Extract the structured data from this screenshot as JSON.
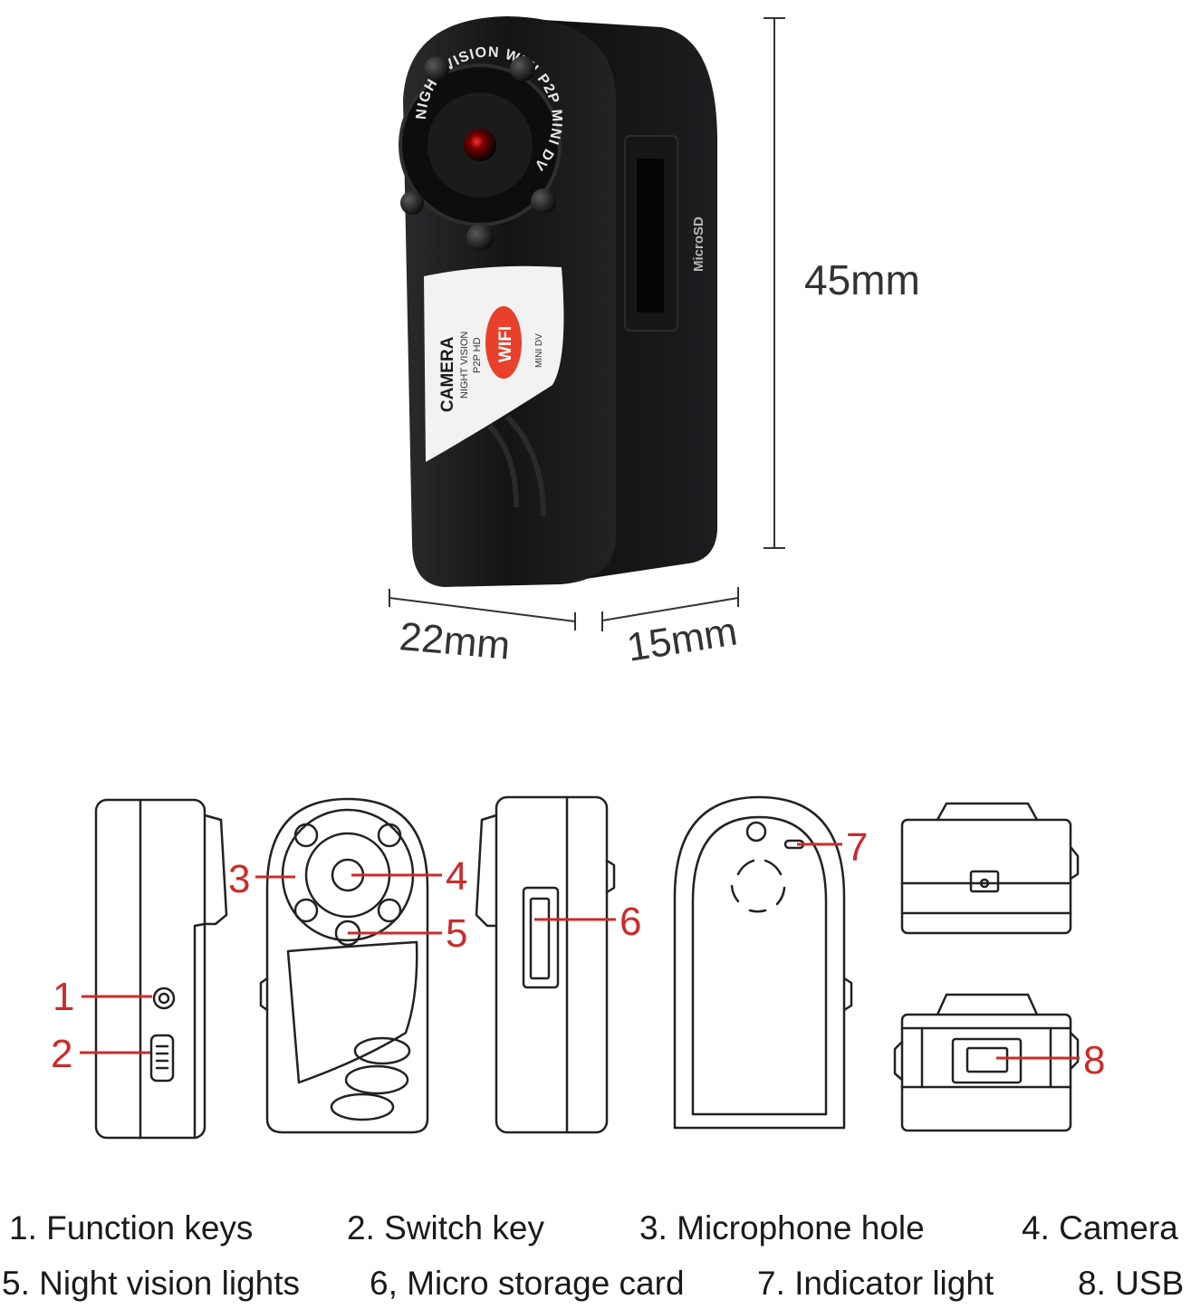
{
  "product_photo": {
    "lens_ring_text": "NIGHT VISION  WIFI P2P  MINI DV",
    "label_text": {
      "camera": "CAMERA",
      "night_vision": "NIGHT VISION",
      "p2p_hd": "P2P HD",
      "wifi": "WIFI",
      "mini_dv": "MINI DV"
    },
    "side_text": "MicroSD"
  },
  "dimensions": {
    "height": "45mm",
    "width": "22mm",
    "depth": "15mm"
  },
  "callouts": [
    "1",
    "2",
    "3",
    "4",
    "5",
    "6",
    "7",
    "8"
  ],
  "colors": {
    "callout": "#cc2b2b",
    "body": "#1c1c1e",
    "wifi_badge": "#e8402a"
  },
  "legend": {
    "row1": [
      "1. Function keys",
      "2. Switch key",
      "3. Microphone hole",
      "4. Camera"
    ],
    "row2": [
      "5. Night vision lights",
      "6, Micro storage card",
      "7. Indicator light",
      "8. USB"
    ]
  }
}
